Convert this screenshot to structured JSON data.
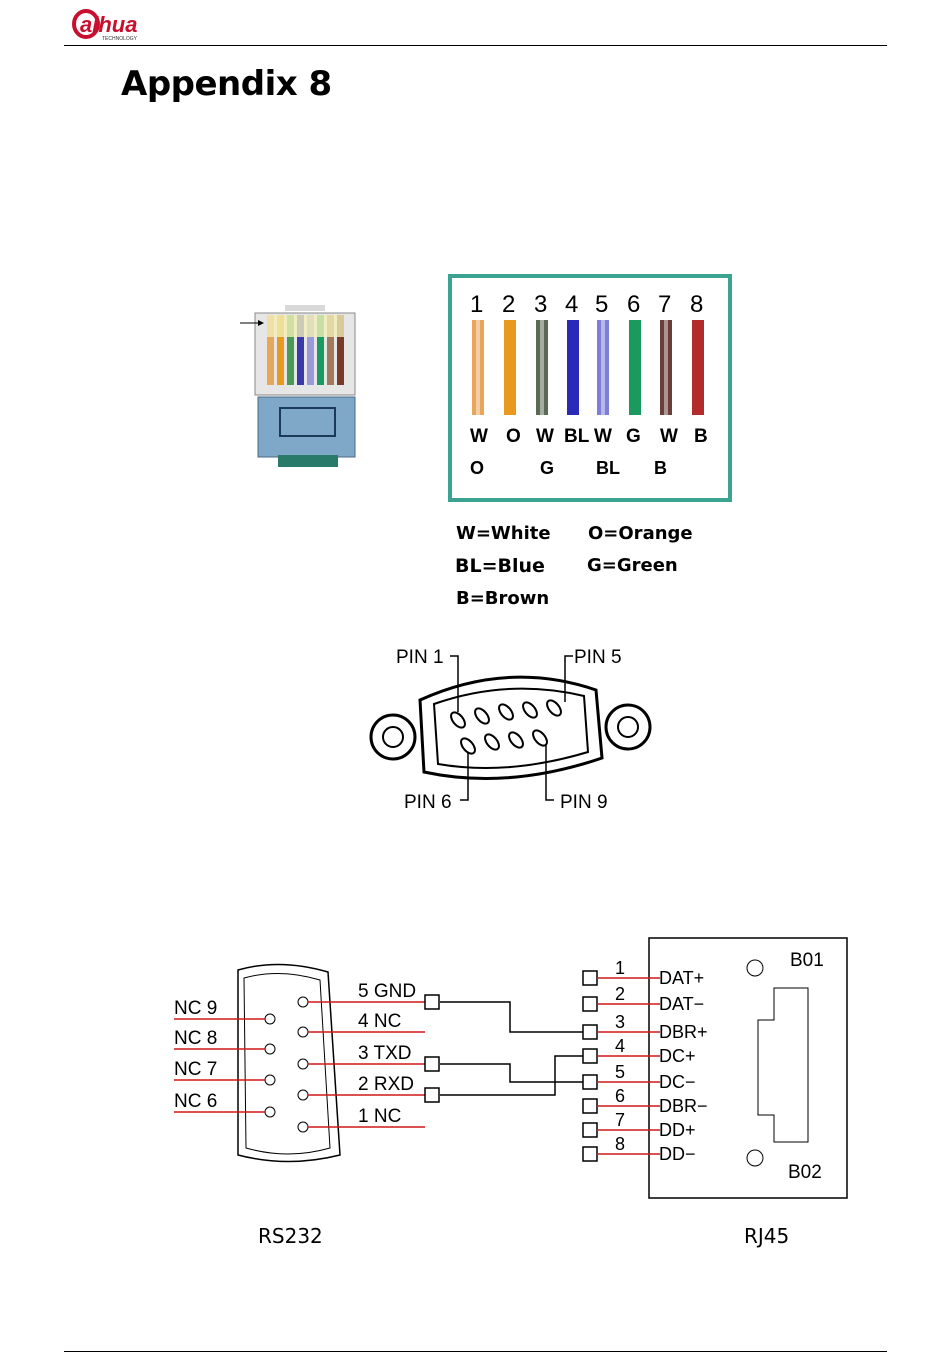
{
  "header": {
    "logo_text": "alhua",
    "logo_sub": "TECHNOLOGY"
  },
  "page_title": "Appendix 8",
  "rj45_colors": {
    "pin_numbers": [
      "1",
      "2",
      "3",
      "4",
      "5",
      "6",
      "7",
      "8"
    ],
    "row1": [
      "W",
      "O",
      "W",
      "BL",
      "W",
      "G",
      "W",
      "B"
    ],
    "row2": [
      "O",
      "G",
      "BL",
      "B"
    ],
    "wire_colors": [
      "#e8a65a",
      "#e89a1e",
      "#5a6a55",
      "#2a2ab8",
      "#7d7ed8",
      "#1a9a5e",
      "#6a3f3a",
      "#b22a2a"
    ]
  },
  "color_legend": {
    "white": "W=White",
    "orange": "O=Orange",
    "blue": "BL=Blue",
    "green": "G=Green",
    "brown": "B=Brown"
  },
  "db9_pins": {
    "pin1": "PIN 1",
    "pin5": "PIN 5",
    "pin6": "PIN 6",
    "pin9": "PIN 9"
  },
  "rs232": {
    "right_labels": [
      "5 GND",
      "4  NC",
      "3 TXD",
      "2 RXD",
      "1  NC"
    ],
    "left_labels": [
      "NC 9",
      "NC 8",
      "NC 7",
      "NC 6"
    ],
    "caption": "RS232"
  },
  "rj45": {
    "pin_numbers": [
      "1",
      "2",
      "3",
      "4",
      "5",
      "6",
      "7",
      "8"
    ],
    "signals": [
      "DAT+",
      "DAT−",
      "DBR+",
      "DC+",
      "DC−",
      "DBR−",
      "DD+",
      "DD−"
    ],
    "top_label": "B01",
    "bottom_label": "B02",
    "caption": "RJ45"
  }
}
